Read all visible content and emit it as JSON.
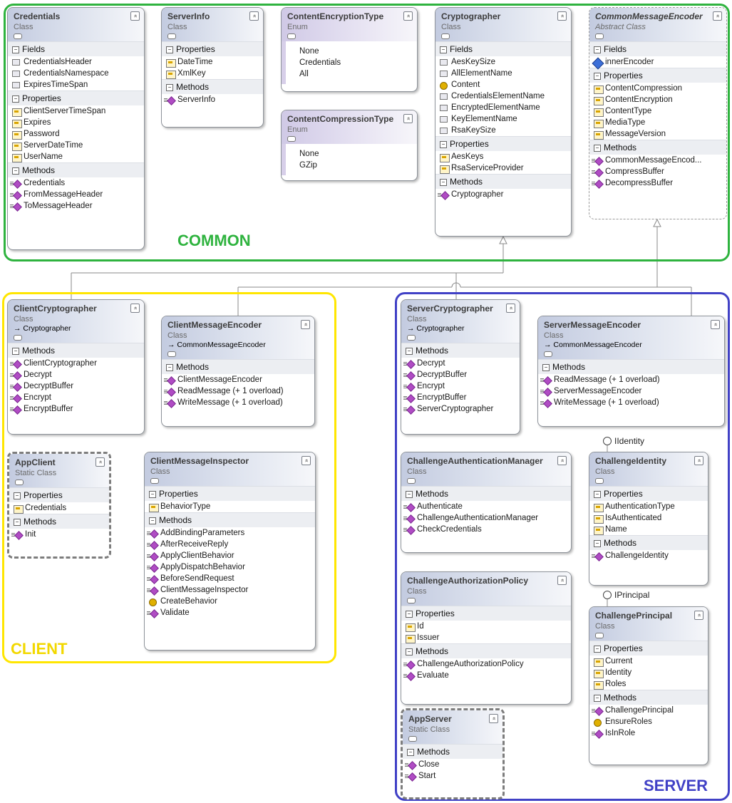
{
  "groups": {
    "common": "COMMON",
    "client": "CLIENT",
    "server": "SERVER"
  },
  "colors": {
    "common": "#2fb33f",
    "client": "#ffe600",
    "server": "#4141c6"
  },
  "classes": {
    "credentials": {
      "name": "Credentials",
      "kind": "Class",
      "sections": [
        {
          "title": "Fields",
          "members": [
            "CredentialsHeader",
            "CredentialsNamespace",
            "ExpiresTimeSpan"
          ]
        },
        {
          "title": "Properties",
          "members": [
            "ClientServerTimeSpan",
            "Expires",
            "Password",
            "ServerDateTime",
            "UserName"
          ]
        },
        {
          "title": "Methods",
          "members": [
            "Credentials",
            "FromMessageHeader",
            "ToMessageHeader"
          ]
        }
      ]
    },
    "serverinfo": {
      "name": "ServerInfo",
      "kind": "Class",
      "sections": [
        {
          "title": "Properties",
          "members": [
            "DateTime",
            "XmlKey"
          ]
        },
        {
          "title": "Methods",
          "members": [
            "ServerInfo"
          ]
        }
      ]
    },
    "encryptiontype": {
      "name": "ContentEncryptionType",
      "kind": "Enum",
      "values": [
        "None",
        "Credentials",
        "All"
      ]
    },
    "compressiontype": {
      "name": "ContentCompressionType",
      "kind": "Enum",
      "values": [
        "None",
        "GZip"
      ]
    },
    "cryptographer": {
      "name": "Cryptographer",
      "kind": "Class",
      "sections": [
        {
          "title": "Fields",
          "members": [
            "AesKeySize",
            "AllElementName",
            "Content",
            "CredentialsElementName",
            "EncryptedElementName",
            "KeyElementName",
            "RsaKeySize"
          ]
        },
        {
          "title": "Properties",
          "members": [
            "AesKeys",
            "RsaServiceProvider"
          ]
        },
        {
          "title": "Methods",
          "members": [
            "Cryptographer"
          ]
        }
      ]
    },
    "commonencoder": {
      "name": "CommonMessageEncoder",
      "kind": "Abstract Class",
      "sections": [
        {
          "title": "Fields",
          "members": [
            "innerEncoder"
          ]
        },
        {
          "title": "Properties",
          "members": [
            "ContentCompression",
            "ContentEncryption",
            "ContentType",
            "MediaType",
            "MessageVersion"
          ]
        },
        {
          "title": "Methods",
          "members": [
            "CommonMessageEncod...",
            "CompressBuffer",
            "DecompressBuffer"
          ]
        }
      ]
    },
    "clientcrypto": {
      "name": "ClientCryptographer",
      "kind": "Class",
      "inherit": "Cryptographer",
      "sections": [
        {
          "title": "Methods",
          "members": [
            "ClientCryptographer",
            "Decrypt",
            "DecryptBuffer",
            "Encrypt",
            "EncryptBuffer"
          ]
        }
      ]
    },
    "clientencoder": {
      "name": "ClientMessageEncoder",
      "kind": "Class",
      "inherit": "CommonMessageEncoder",
      "sections": [
        {
          "title": "Methods",
          "members": [
            "ClientMessageEncoder",
            "ReadMessage (+ 1 overload)",
            "WriteMessage (+ 1 overload)"
          ]
        }
      ]
    },
    "appclient": {
      "name": "AppClient",
      "kind": "Static Class",
      "sections": [
        {
          "title": "Properties",
          "members": [
            "Credentials"
          ]
        },
        {
          "title": "Methods",
          "members": [
            "Init"
          ]
        }
      ]
    },
    "inspector": {
      "name": "ClientMessageInspector",
      "kind": "Class",
      "sections": [
        {
          "title": "Properties",
          "members": [
            "BehaviorType"
          ]
        },
        {
          "title": "Methods",
          "members": [
            "AddBindingParameters",
            "AfterReceiveReply",
            "ApplyClientBehavior",
            "ApplyDispatchBehavior",
            "BeforeSendRequest",
            "ClientMessageInspector",
            "CreateBehavior",
            "Validate"
          ]
        }
      ]
    },
    "servercrypto": {
      "name": "ServerCryptographer",
      "kind": "Class",
      "inherit": "Cryptographer",
      "sections": [
        {
          "title": "Methods",
          "members": [
            "Decrypt",
            "DecryptBuffer",
            "Encrypt",
            "EncryptBuffer",
            "ServerCryptographer"
          ]
        }
      ]
    },
    "serverencoder": {
      "name": "ServerMessageEncoder",
      "kind": "Class",
      "inherit": "CommonMessageEncoder",
      "sections": [
        {
          "title": "Methods",
          "members": [
            "ReadMessage (+ 1 overload)",
            "ServerMessageEncoder",
            "WriteMessage (+ 1 overload)"
          ]
        }
      ]
    },
    "authmanager": {
      "name": "ChallengeAuthenticationManager",
      "kind": "Class",
      "sections": [
        {
          "title": "Methods",
          "members": [
            "Authenticate",
            "ChallengeAuthenticationManager",
            "CheckCredentials"
          ]
        }
      ]
    },
    "identity": {
      "name": "ChallengeIdentity",
      "kind": "Class",
      "sections": [
        {
          "title": "Properties",
          "members": [
            "AuthenticationType",
            "IsAuthenticated",
            "Name"
          ]
        },
        {
          "title": "Methods",
          "members": [
            "ChallengeIdentity"
          ]
        }
      ]
    },
    "authpolicy": {
      "name": "ChallengeAuthorizationPolicy",
      "kind": "Class",
      "sections": [
        {
          "title": "Properties",
          "members": [
            "Id",
            "Issuer"
          ]
        },
        {
          "title": "Methods",
          "members": [
            "ChallengeAuthorizationPolicy",
            "Evaluate"
          ]
        }
      ]
    },
    "principal": {
      "name": "ChallengePrincipal",
      "kind": "Class",
      "sections": [
        {
          "title": "Properties",
          "members": [
            "Current",
            "Identity",
            "Roles"
          ]
        },
        {
          "title": "Methods",
          "members": [
            "ChallengePrincipal",
            "EnsureRoles",
            "IsInRole"
          ]
        }
      ]
    },
    "appserver": {
      "name": "AppServer",
      "kind": "Static Class",
      "sections": [
        {
          "title": "Methods",
          "members": [
            "Close",
            "Start"
          ]
        }
      ]
    }
  },
  "interfaces": {
    "iidentity": "IIdentity",
    "iprincipal": "IPrincipal"
  }
}
